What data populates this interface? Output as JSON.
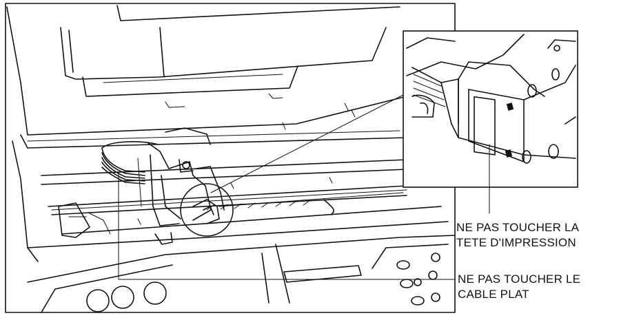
{
  "callouts": {
    "print_head": {
      "line1": "NE PAS TOUCHER LA",
      "line2": "TETE D'IMPRESSION"
    },
    "flat_cable": {
      "line1": "NE PAS TOUCHER LE",
      "line2": "CABLE PLAT"
    }
  }
}
